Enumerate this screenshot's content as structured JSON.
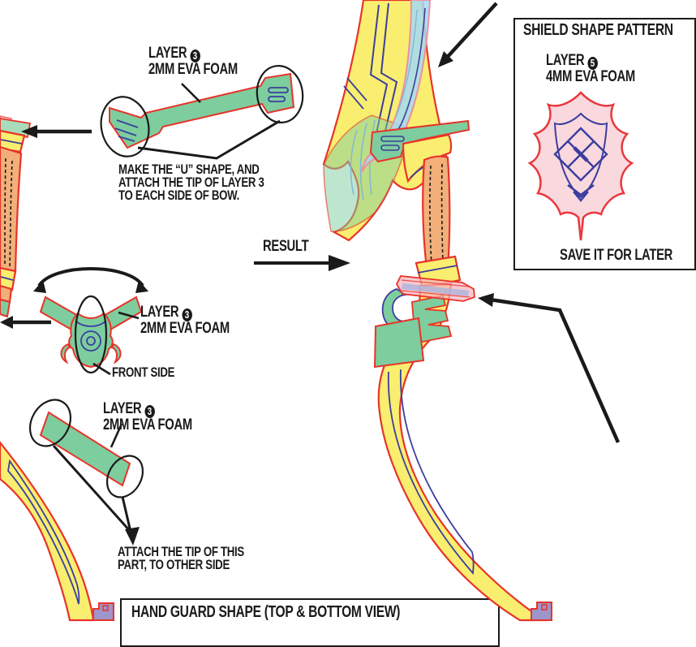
{
  "page": {
    "background": "#ffffff"
  },
  "annotations": {
    "u_shape": {
      "layer_word": "LAYER",
      "layer_num": "3",
      "material": "2MM EVA FOAM",
      "note": [
        "MAKE THE “U” SHAPE, AND",
        "ATTACH THE TIP OF LAYER 3",
        "TO EACH SIDE OF BOW."
      ]
    },
    "front_view": {
      "layer_word": "LAYER",
      "layer_num": "3",
      "material": "2MM EVA FOAM",
      "caption": "FRONT SIDE"
    },
    "tip_strip": {
      "layer_word": "LAYER",
      "layer_num": "3",
      "material": "2MM EVA FOAM",
      "note": [
        "ATTACH THE TIP OF THIS",
        "PART, TO OTHER SIDE"
      ]
    },
    "result_label": "RESULT"
  },
  "shield_panel": {
    "title": "SHIELD SHAPE PATTERN",
    "layer_word": "LAYER",
    "layer_num": "5",
    "material": "4MM EVA FOAM",
    "footer": "SAVE IT FOR LATER"
  },
  "hand_guard_panel": {
    "title": "HAND GUARD SHAPE (TOP & BOTTOM VIEW)"
  },
  "colors": {
    "ink": "#1a1a1a",
    "outline_red": "#E8332A",
    "line_blue": "#3B3E9E",
    "foam_green": "#7DCD9E",
    "foam_light": "#A9DCBA",
    "bow_yellow": "#F9EE6F",
    "handle_orange": "#F2AF79",
    "blade_cyan": "#A6D9F4",
    "shield_pink": "#F9D8DE",
    "shield_red": "#E8383D",
    "band_pink": "#F4B3BE",
    "band_lavender": "#AAB4DE",
    "guard_purple": "#9E95CB"
  }
}
